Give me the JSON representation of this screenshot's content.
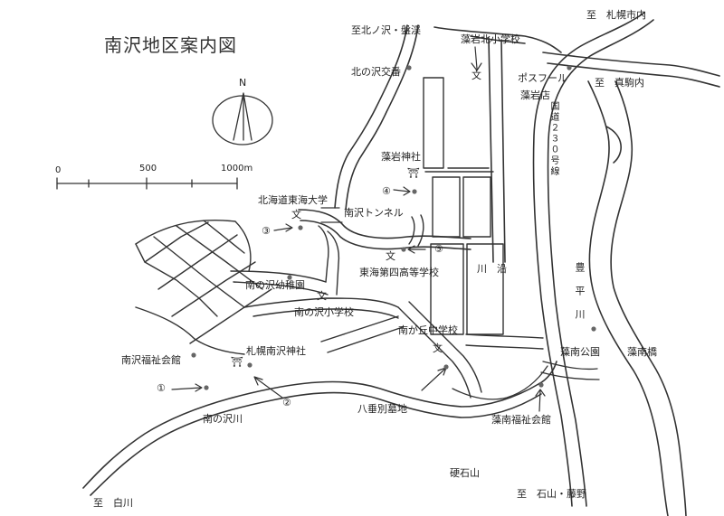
{
  "title": "南沢地区案内図",
  "compass": {
    "north": "N"
  },
  "scale": {
    "ticks": [
      "0",
      "500",
      "1000m"
    ]
  },
  "labels": {
    "to_kitanosawa": "至北ノ沢・盤渓",
    "kitanosawa_koban": "北の沢交番",
    "fujino_kita_school": "藻岩北小学校",
    "to_sapporo": "至　札幌市内",
    "posful": "ポスフール",
    "moiwa_store": "藻岩店",
    "to_makomanai": "至　真駒内",
    "route230": "国道２３０号線",
    "moiwa_shrine": "藻岩神社",
    "shrine_mark": "⛩",
    "tokai_univ": "北海道東海大学",
    "school_mark": "文",
    "minamisawa_tunnel": "南沢トンネル",
    "tokai_high": "東海第四高等学校",
    "kawazoe": "川　沿",
    "toyohira_river": "豊　平　川",
    "minaminosawa_kindergarten": "南の沢幼稚園",
    "minaminosawa_school": "南の沢小学校",
    "minamigaoka_school": "南が丘中学校",
    "minamisawa_welfare": "南沢福祉会館",
    "sapporo_minamisawa_shrine": "札幌南沢神社",
    "fujinan_park": "藻南公園",
    "fujinan_bridge": "藻南橋",
    "minaminosawa_river": "南の沢川",
    "yatarebetsu_cemetery": "八垂別墓地",
    "fujinan_welfare": "藻南福祉会館",
    "hardstone_mt": "硬石山",
    "to_shirakawa": "至　白川",
    "to_ishiyama": "至　石山・藤野",
    "marker1": "①",
    "marker2": "②",
    "marker3": "③",
    "marker4": "④",
    "marker5": "⑤"
  }
}
